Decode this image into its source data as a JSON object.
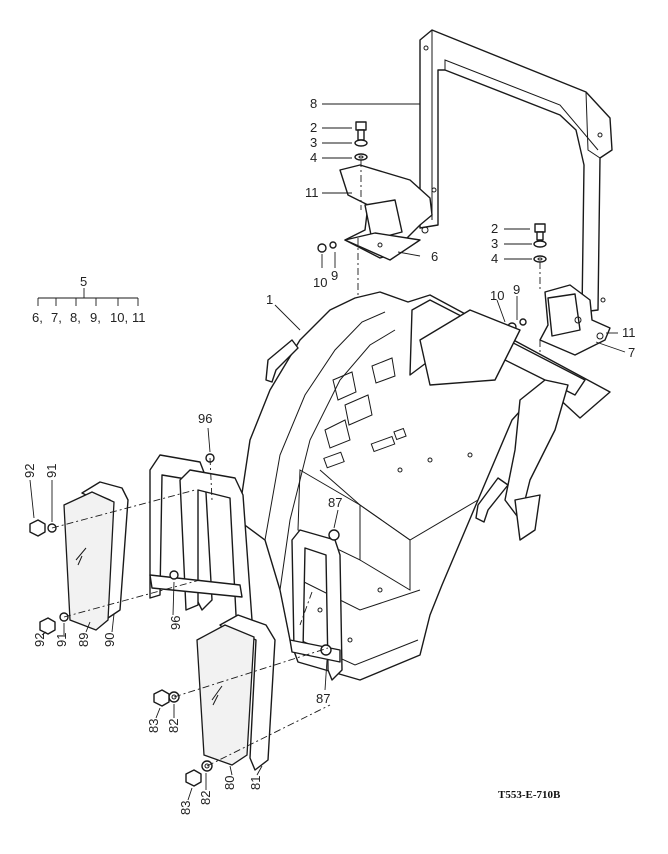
{
  "drawing_code": "T553-E-710B",
  "callouts": {
    "c1": "1",
    "c2a": "2",
    "c3a": "3",
    "c4a": "4",
    "c2b": "2",
    "c3b": "3",
    "c4b": "4",
    "c5": "5",
    "c6": "6",
    "c7": "7",
    "c8": "8",
    "c9a": "9",
    "c10a": "10",
    "c11a": "11",
    "c9b": "9",
    "c10b": "10",
    "c11b": "11",
    "c80": "80",
    "c81": "81",
    "c82a": "82",
    "c82b": "82",
    "c83a": "83",
    "c83b": "83",
    "c87a": "87",
    "c87b": "87",
    "c89": "89",
    "c90": "90",
    "c91a": "91",
    "c91b": "91",
    "c92a": "92",
    "c92b": "92",
    "c96a": "96",
    "c96b": "96"
  },
  "kit_legend": {
    "parent": "5",
    "children": [
      "6,",
      "7,",
      "8,",
      "9,",
      "10,",
      "11"
    ]
  }
}
